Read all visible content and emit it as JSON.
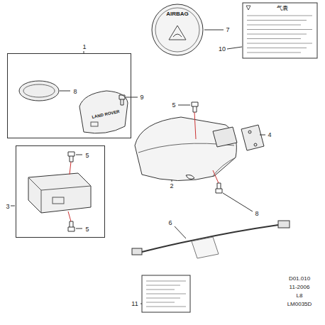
{
  "diagram": {
    "nodes": [
      {
        "text": [
          "1",
          "8",
          "LAND ROVER"
        ]
      },
      {
        "text": [
          "3",
          "5",
          "5"
        ]
      }
    ],
    "labels": [
      "AIRBAG",
      "7",
      "10",
      "气囊",
      "9",
      "5",
      "4",
      "2",
      "8",
      "6",
      "11",
      "D01.010",
      "11-2006",
      "L8",
      "LM0035D"
    ]
  }
}
